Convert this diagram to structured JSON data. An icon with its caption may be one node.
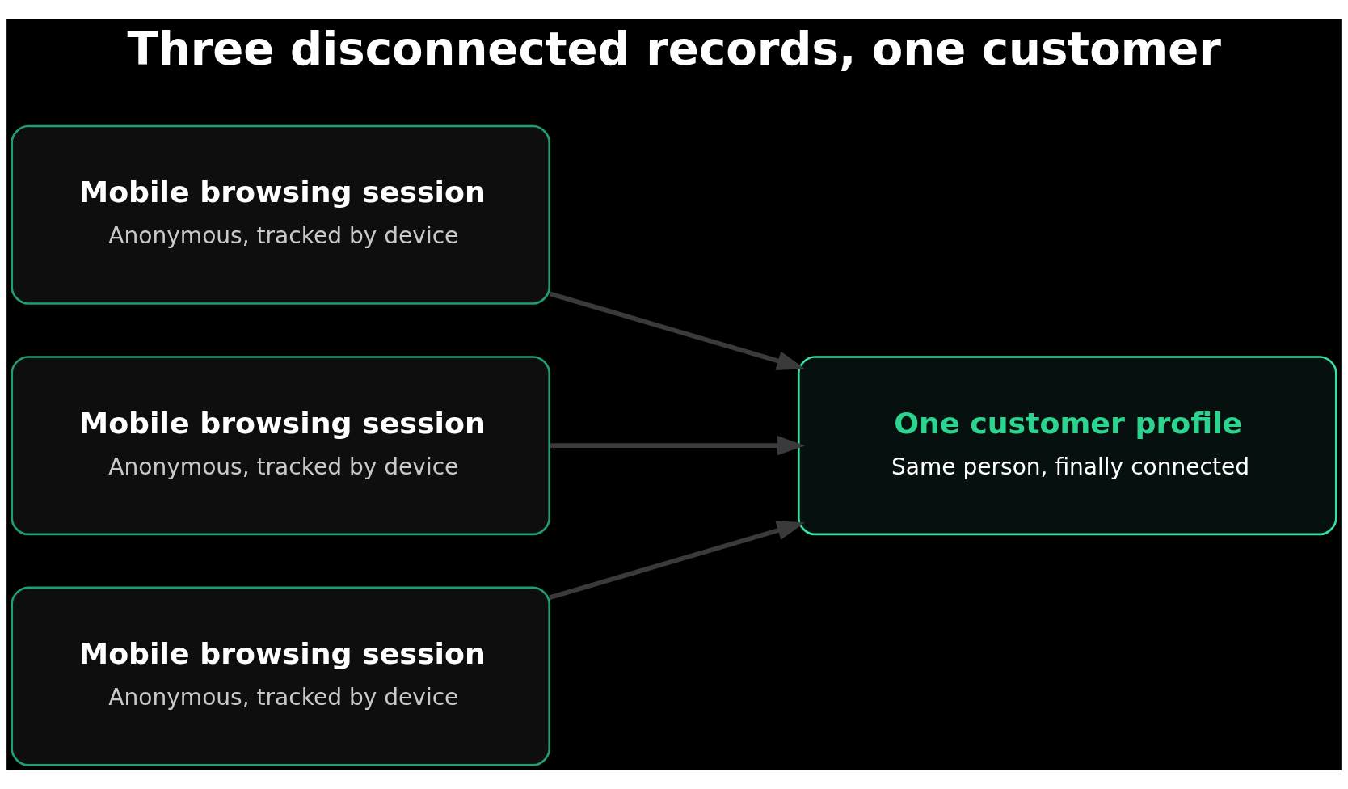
{
  "diagram": {
    "title": "Three disconnected records, one customer",
    "nodes": [
      {
        "text": [
          "Mobile browsing session",
          "Anonymous, tracked by device"
        ]
      },
      {
        "text": [
          "Mobile browsing session",
          "Anonymous, tracked by device"
        ]
      },
      {
        "text": [
          "Mobile browsing session",
          "Anonymous, tracked by device"
        ]
      },
      {
        "text": [
          "One customer profile",
          "Same person, finally connected"
        ]
      }
    ],
    "edges": [
      {
        "from": 0,
        "to": 3,
        "arrow": "to"
      },
      {
        "from": 1,
        "to": 3,
        "arrow": "to"
      },
      {
        "from": 2,
        "to": 3,
        "arrow": "to"
      }
    ]
  }
}
